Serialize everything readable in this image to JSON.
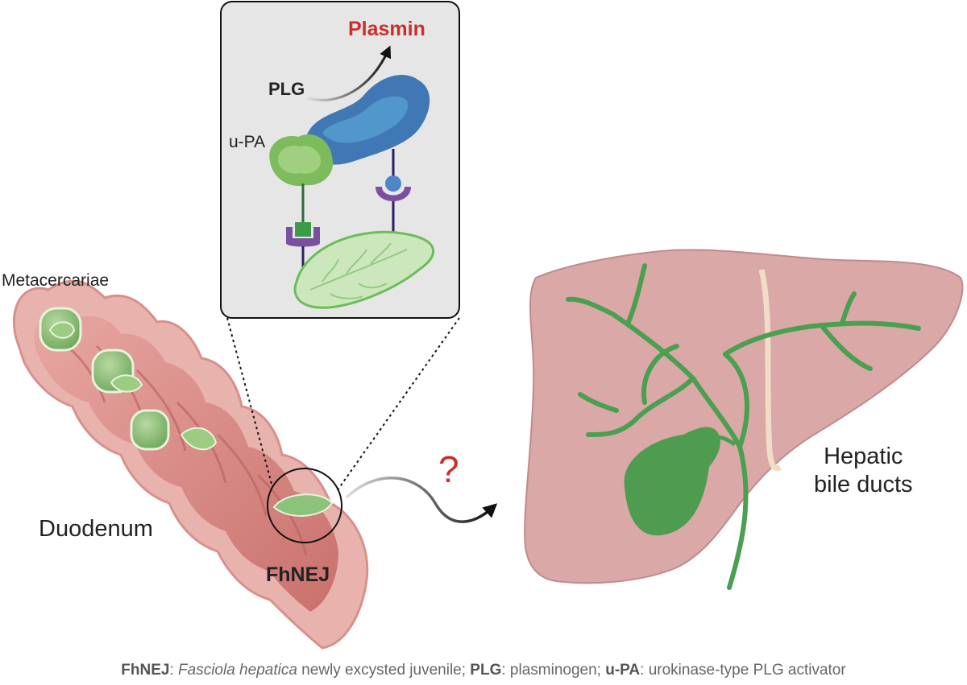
{
  "labels": {
    "metacercariae": "Metacercariae",
    "duodenum": "Duodenum",
    "fhnej": "FhNEJ",
    "plg": "PLG",
    "upa": "u-PA",
    "plasmin": "Plasmin",
    "question": "?",
    "hepatic_line1": "Hepatic",
    "hepatic_line2": "bile ducts"
  },
  "legend": {
    "fhnej_abbr": "FhNEJ",
    "fhnej_sep": ": ",
    "fhnej_species": "Fasciola hepatica",
    "fhnej_def": " newly excysted juvenile; ",
    "plg_abbr": "PLG",
    "plg_def": ": plasminogen; ",
    "upa_abbr": "u-PA",
    "upa_def": ": urokinase-type PLG activator"
  },
  "colors": {
    "plasmin": "#c8302c",
    "question_mark": "#c8302c",
    "liver": "#d9a8a7",
    "bile_duct": "#4aa050",
    "gallbladder": "#4e9c4f",
    "intestine": "#d98985",
    "plg_protein": "#3f78b5",
    "upa_protein": "#7dbb5c",
    "receptor": "#7b4fa0"
  }
}
